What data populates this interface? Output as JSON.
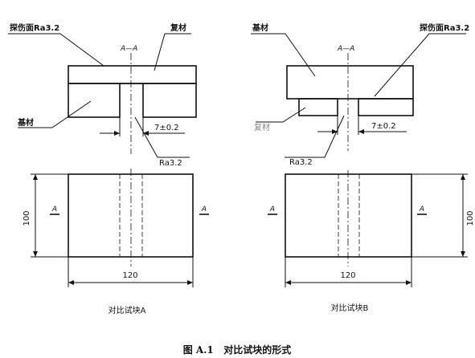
{
  "left": {
    "label_surface": "探伤面Ra3.2",
    "label_cover": "复材",
    "label_base": "基材",
    "section_mark": "A—A",
    "dim_gap": "7±0.2",
    "roughness": "Ra3.2",
    "cut_mark_left": "A",
    "cut_mark_right": "A",
    "dim_height": "100",
    "dim_width": "120",
    "caption": "对比试块A"
  },
  "right": {
    "label_base": "基材",
    "label_surface": "探伤面Ra3.2",
    "label_cover": "复材",
    "section_mark": "A—A",
    "dim_gap": "7±0.2",
    "roughness": "Ra3.2",
    "cut_mark_left": "A",
    "cut_mark_right": "A",
    "dim_height": "100",
    "dim_width": "120",
    "caption": "对比试块B"
  },
  "figure_caption": "图 A.1   对比试块的形式"
}
